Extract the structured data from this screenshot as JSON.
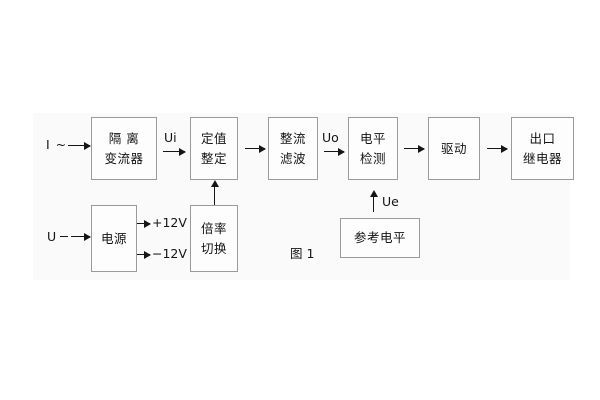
{
  "figure": {
    "caption": "图 1",
    "background_color": "#fafafa",
    "box_border_color": "#9a9a9a",
    "line_color": "#151515"
  },
  "inputs": [
    {
      "id": "current-input",
      "label": "I ~"
    },
    {
      "id": "voltage-input",
      "label": "U"
    }
  ],
  "blocks": [
    {
      "id": "isolation-transformer",
      "lines": [
        "隔 离",
        "变流器"
      ]
    },
    {
      "id": "setting-value",
      "lines": [
        "定值",
        "整定"
      ]
    },
    {
      "id": "rectify-filter",
      "lines": [
        "整流",
        "滤波"
      ]
    },
    {
      "id": "level-detection",
      "lines": [
        "电平",
        "检测"
      ]
    },
    {
      "id": "drive",
      "lines": [
        "驱动"
      ]
    },
    {
      "id": "output-relay",
      "lines": [
        "出口",
        "继电器"
      ]
    },
    {
      "id": "power-supply",
      "lines": [
        "电源"
      ]
    },
    {
      "id": "multiplier-switch",
      "lines": [
        "倍率",
        "切换"
      ]
    },
    {
      "id": "reference-level",
      "lines": [
        "参考电平"
      ]
    }
  ],
  "signals": [
    {
      "id": "ui",
      "label": "Ui"
    },
    {
      "id": "uo",
      "label": "Uo"
    },
    {
      "id": "ue",
      "label": "Ue"
    }
  ],
  "power_rails": [
    {
      "id": "positive-rail",
      "label": "+12V"
    },
    {
      "id": "negative-rail",
      "label": "−12V"
    }
  ]
}
